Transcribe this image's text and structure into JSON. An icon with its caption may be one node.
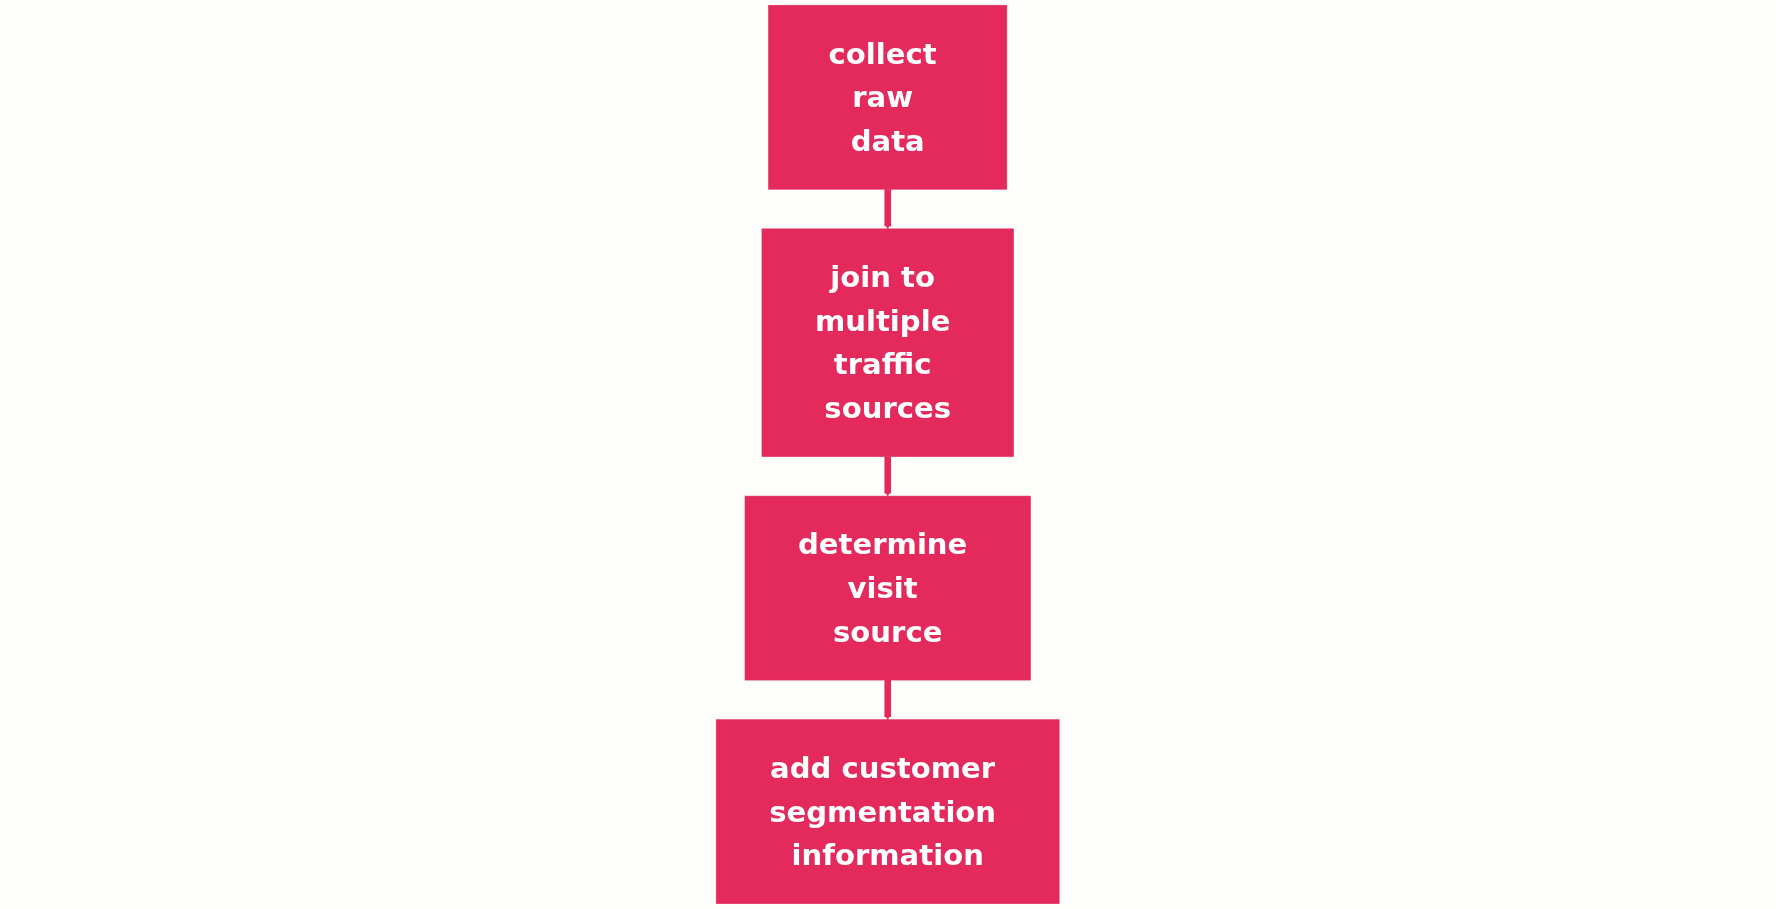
{
  "diagram": {
    "nodes": [
      {
        "text": [
          "collect raw data"
        ]
      },
      {
        "text": [
          "join to multiple traffic sources"
        ]
      },
      {
        "text": [
          "determine visit source"
        ]
      },
      {
        "text": [
          "add customer segmentation information"
        ]
      }
    ],
    "edges": [
      {
        "from": 0,
        "to": 1,
        "arrow": "to"
      },
      {
        "from": 1,
        "to": 2,
        "arrow": "to"
      },
      {
        "from": 2,
        "to": 3,
        "arrow": "to"
      }
    ]
  }
}
